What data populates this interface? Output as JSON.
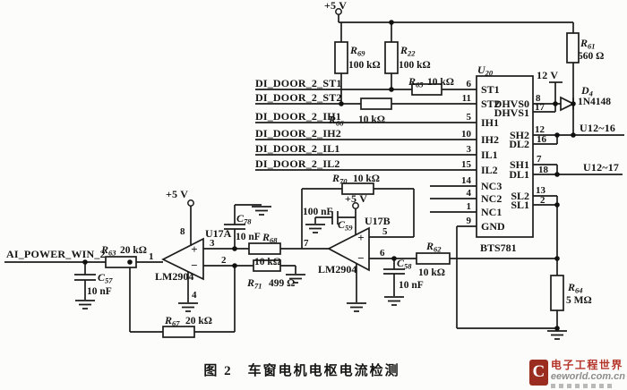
{
  "caption": "图 2　车窗电机电枢电流检测",
  "supply": {
    "v5": "+5 V",
    "v12": "12 V"
  },
  "nets": {
    "analog_in": "AI_POWER_WIN_2",
    "door": [
      "DI_DOOR_2_ST1",
      "DI_DOOR_2_ST2",
      "DI_DOOR_2_IH1",
      "DI_DOOR_2_IH2",
      "DI_DOOR_2_IL1",
      "DI_DOOR_2_IL2"
    ],
    "bus16": "U12~16",
    "bus17": "U12~17"
  },
  "components": {
    "r69": {
      "ref": "R",
      "sub": "69",
      "value": "100 kΩ"
    },
    "r22": {
      "ref": "R",
      "sub": "22",
      "value": "100 kΩ"
    },
    "r65": {
      "ref": "R",
      "sub": "65",
      "value": "10 kΩ"
    },
    "r66": {
      "ref": "R",
      "sub": "66",
      "value": "10 kΩ"
    },
    "r61": {
      "ref": "R",
      "sub": "61",
      "value": "560 Ω"
    },
    "r63": {
      "ref": "R",
      "sub": "63",
      "value": "20 kΩ"
    },
    "r67": {
      "ref": "R",
      "sub": "67",
      "value": "20 kΩ"
    },
    "r71": {
      "ref": "R",
      "sub": "71",
      "value": "499 Ω"
    },
    "r68": {
      "ref": "R",
      "sub": "68",
      "value": "10 kΩ"
    },
    "r70": {
      "ref": "R",
      "sub": "70",
      "value": "10 kΩ"
    },
    "r62": {
      "ref": "R",
      "sub": "62",
      "value": "10 kΩ"
    },
    "r64": {
      "ref": "R",
      "sub": "64",
      "value": "5 MΩ"
    },
    "c57": {
      "ref": "C",
      "sub": "57",
      "value": "10 nF"
    },
    "c78": {
      "ref": "C",
      "sub": "78",
      "value": "10 nF"
    },
    "c59": {
      "ref": "C",
      "sub": "59",
      "value": "100 nF"
    },
    "c58": {
      "ref": "C",
      "sub": "58",
      "value": "10 nF"
    },
    "d4": {
      "ref": "D",
      "sub": "4",
      "value": "1N4148"
    }
  },
  "ic": {
    "ref": "U",
    "sub": "20",
    "part": "BTS781",
    "left_pins": [
      {
        "num": "6",
        "name": "ST1"
      },
      {
        "num": "11",
        "name": "ST2"
      },
      {
        "num": "5",
        "name": "IH1"
      },
      {
        "num": "10",
        "name": "IH2"
      },
      {
        "num": "3",
        "name": "IL1"
      },
      {
        "num": "15",
        "name": "IL2"
      },
      {
        "num": "14",
        "name": "NC3"
      },
      {
        "num": "4",
        "name": "NC2"
      },
      {
        "num": "1",
        "name": "NC1"
      },
      {
        "num": "9",
        "name": "GND"
      }
    ],
    "right_pins": [
      {
        "num": "8",
        "name": "DHVS0"
      },
      {
        "num": "17",
        "name": "DHVS1"
      },
      {
        "num": "12",
        "name": "SH2"
      },
      {
        "num": "16",
        "name": "DL2"
      },
      {
        "num": "7",
        "name": "SH1"
      },
      {
        "num": "18",
        "name": "DL1"
      },
      {
        "num": "13",
        "name": "SL2"
      },
      {
        "num": "2",
        "name": "SL1"
      }
    ]
  },
  "opamps": {
    "a": {
      "designator": "U17A",
      "part": "LM2904",
      "plus": "+",
      "minus": "−",
      "pin_out": "1",
      "pin_plus": "3",
      "pin_minus": "2",
      "pin_vcc": "8",
      "pin_gnd": "4"
    },
    "b": {
      "designator": "U17B",
      "part": "LM2904",
      "plus": "+",
      "minus": "−",
      "pin_out": "7",
      "pin_plus": "5",
      "pin_minus": "6"
    }
  },
  "watermark": {
    "logo": "C",
    "brand": "电子工程世界",
    "site": "eeworld.com.cn",
    "brand_color": "#b5352a"
  }
}
